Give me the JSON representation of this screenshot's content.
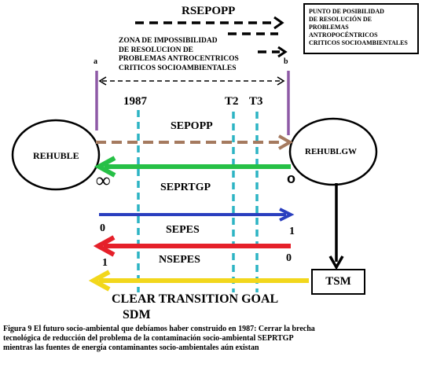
{
  "labels": {
    "rsepopp": "RSEPOPP",
    "zone": [
      "ZONA DE IMPOSSIBILIDAD",
      "DE RESOLUCION DE",
      "PROBLEMAS ANTROCENTRICOS",
      "CRITICOS SOCIOAMBIENTALES"
    ],
    "point_a": "a",
    "point_b": "b",
    "year_1987": "1987",
    "t2": "T2",
    "t3": "T3",
    "sepopp": "SEPOPP",
    "rehuble": "REHUBLE",
    "rehublgw": "REHUBLGW",
    "inf_symbol": "∞",
    "zero_symbol": "o",
    "seprtgp": "SEPRTGP",
    "sepes": "SEPES",
    "nsepes": "NSEPES",
    "sepes_left": "0",
    "sepes_right": "1",
    "nsepes_left": "1",
    "nsepes_right": "0",
    "tsm": "TSM",
    "clear_goal": "CLEAR TRANSITION GOAL",
    "sdm": "SDM"
  },
  "possibility_box": [
    "PUNTO DE POSIBILIDAD",
    "DE RESOLUCIÓN DE",
    "PROBLEMAS",
    "ANTROPOCÉNTRICOS",
    "CRITICOS SOCIOAMBIENTALES"
  ],
  "caption": {
    "line1": "Figura 9   El futuro socio-ambiental que debíamos haber construido en 1987: Cerrar la brecha",
    "line2": "tecnológica de reducción del problema de la contaminación socio-ambiental SEPRTGP",
    "line3": "mientras las fuentes de energía contaminantes socio-ambientales aún existan"
  },
  "colors": {
    "purple": "#8e5aa6",
    "brown": "#a57a5f",
    "green": "#26c046",
    "blue": "#2a3fbf",
    "red": "#e5202a",
    "yellow": "#f2d71c",
    "cyan": "#2db4c4",
    "black": "#000000"
  }
}
